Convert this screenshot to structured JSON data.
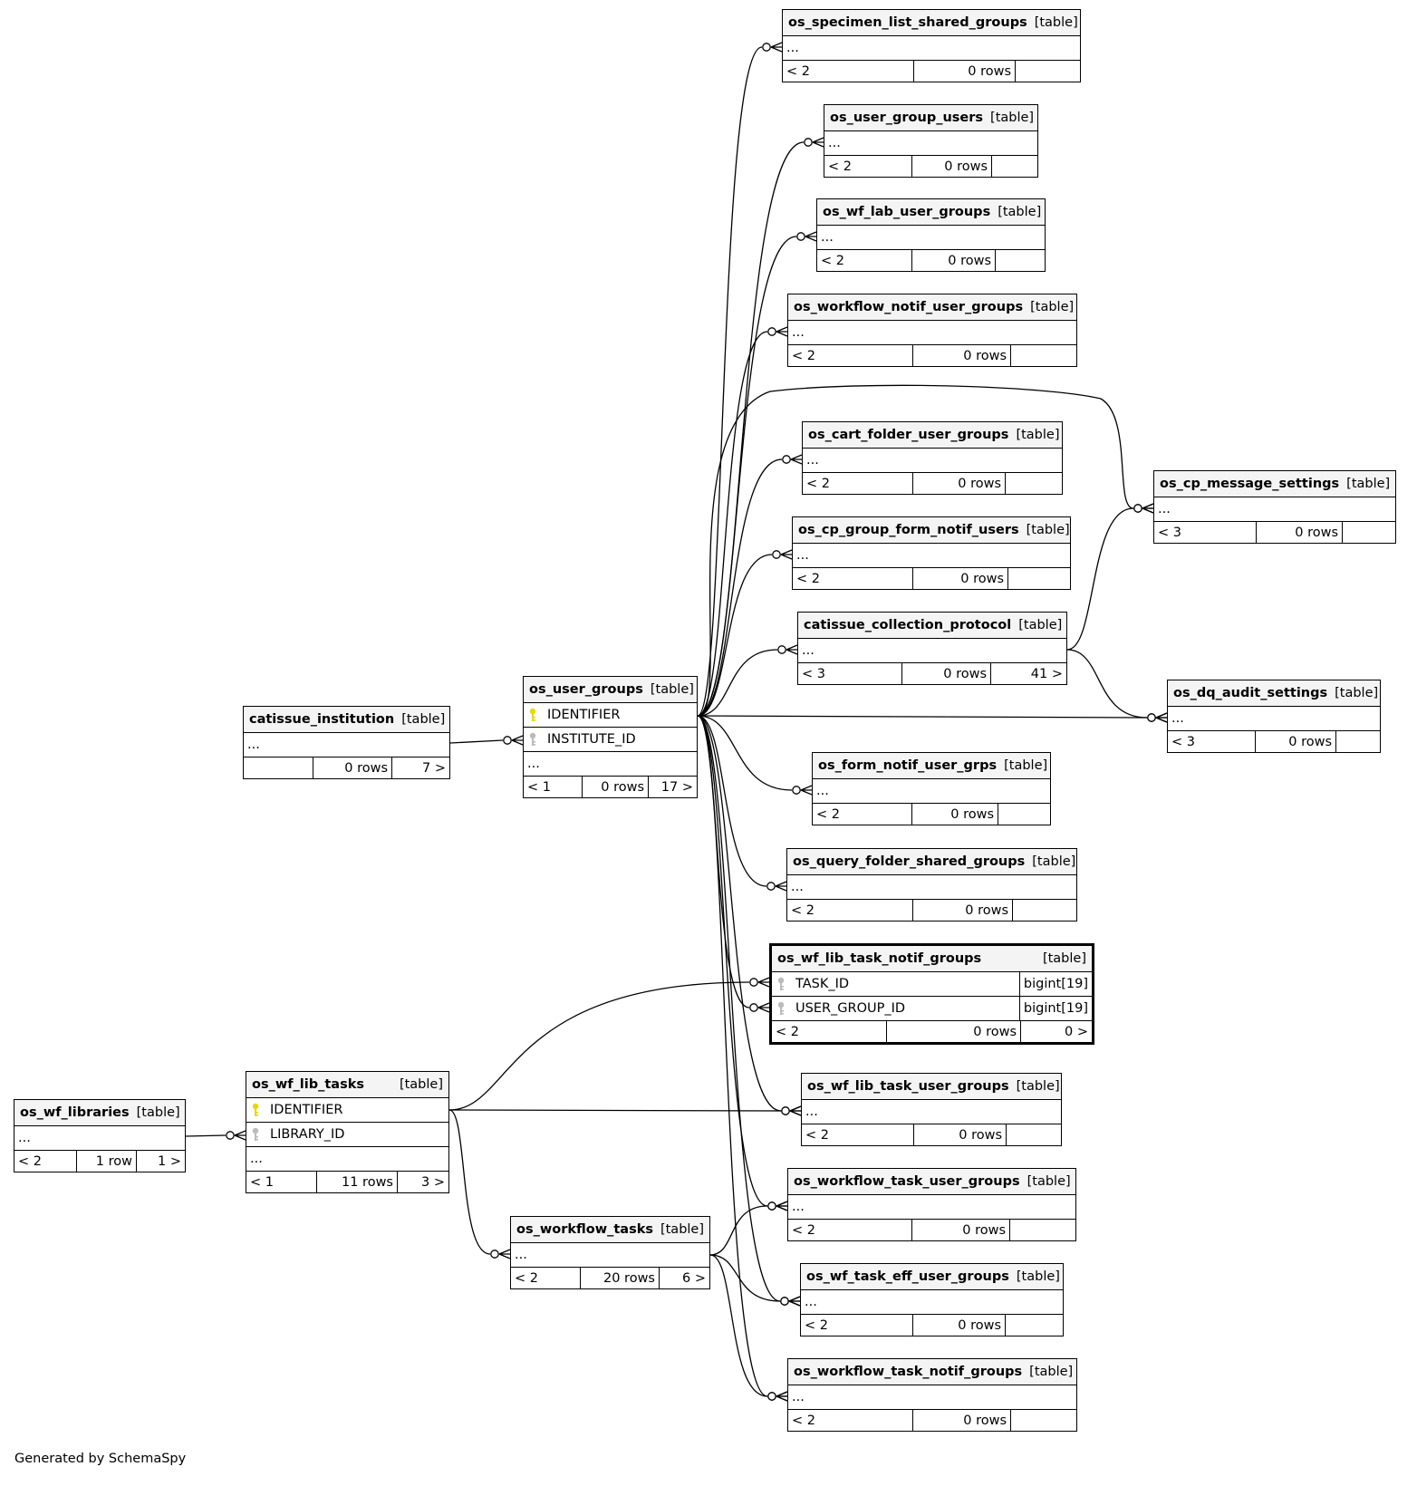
{
  "footer": {
    "generated_by": "Generated by SchemaSpy"
  },
  "colors": {
    "primary_key": "#e6d800",
    "foreign_key": "#bbbbbb",
    "header_bg": "#f4f4f4",
    "line": "#000000"
  },
  "tables": [
    {
      "id": "os_specimen_list_shared_groups",
      "name": "os_specimen_list_shared_groups",
      "type": "[table]",
      "columns": [],
      "ellipsis": "...",
      "footer": {
        "parents": "< 2",
        "rows": "0 rows",
        "children": ""
      }
    },
    {
      "id": "os_user_group_users",
      "name": "os_user_group_users",
      "type": "[table]",
      "columns": [],
      "ellipsis": "...",
      "footer": {
        "parents": "< 2",
        "rows": "0 rows",
        "children": ""
      }
    },
    {
      "id": "os_wf_lab_user_groups",
      "name": "os_wf_lab_user_groups",
      "type": "[table]",
      "columns": [],
      "ellipsis": "...",
      "footer": {
        "parents": "< 2",
        "rows": "0 rows",
        "children": ""
      }
    },
    {
      "id": "os_workflow_notif_user_groups",
      "name": "os_workflow_notif_user_groups",
      "type": "[table]",
      "columns": [],
      "ellipsis": "...",
      "footer": {
        "parents": "< 2",
        "rows": "0 rows",
        "children": ""
      }
    },
    {
      "id": "os_cart_folder_user_groups",
      "name": "os_cart_folder_user_groups",
      "type": "[table]",
      "columns": [],
      "ellipsis": "...",
      "footer": {
        "parents": "< 2",
        "rows": "0 rows",
        "children": ""
      }
    },
    {
      "id": "os_cp_message_settings",
      "name": "os_cp_message_settings",
      "type": "[table]",
      "columns": [],
      "ellipsis": "...",
      "footer": {
        "parents": "< 3",
        "rows": "0 rows",
        "children": ""
      }
    },
    {
      "id": "os_cp_group_form_notif_users",
      "name": "os_cp_group_form_notif_users",
      "type": "[table]",
      "columns": [],
      "ellipsis": "...",
      "footer": {
        "parents": "< 2",
        "rows": "0 rows",
        "children": ""
      }
    },
    {
      "id": "catissue_collection_protocol",
      "name": "catissue_collection_protocol",
      "type": "[table]",
      "columns": [],
      "ellipsis": "...",
      "footer": {
        "parents": "< 3",
        "rows": "0 rows",
        "children": "41 >"
      }
    },
    {
      "id": "os_user_groups",
      "name": "os_user_groups",
      "type": "[table]",
      "columns": [
        {
          "name": "IDENTIFIER",
          "key": "pk"
        },
        {
          "name": "INSTITUTE_ID",
          "key": "fk"
        }
      ],
      "ellipsis": "...",
      "footer": {
        "parents": "< 1",
        "rows": "0 rows",
        "children": "17 >"
      }
    },
    {
      "id": "catissue_institution",
      "name": "catissue_institution",
      "type": "[table]",
      "columns": [],
      "ellipsis": "...",
      "footer": {
        "parents": "",
        "rows": "0 rows",
        "children": "7 >"
      }
    },
    {
      "id": "os_dq_audit_settings",
      "name": "os_dq_audit_settings",
      "type": "[table]",
      "columns": [],
      "ellipsis": "...",
      "footer": {
        "parents": "< 3",
        "rows": "0 rows",
        "children": ""
      }
    },
    {
      "id": "os_form_notif_user_grps",
      "name": "os_form_notif_user_grps",
      "type": "[table]",
      "columns": [],
      "ellipsis": "...",
      "footer": {
        "parents": "< 2",
        "rows": "0 rows",
        "children": ""
      }
    },
    {
      "id": "os_query_folder_shared_groups",
      "name": "os_query_folder_shared_groups",
      "type": "[table]",
      "columns": [],
      "ellipsis": "...",
      "footer": {
        "parents": "< 2",
        "rows": "0 rows",
        "children": ""
      }
    },
    {
      "id": "os_wf_lib_task_notif_groups",
      "name": "os_wf_lib_task_notif_groups",
      "type": "[table]",
      "focus": true,
      "columns": [
        {
          "name": "TASK_ID",
          "key": "fk",
          "datatype": "bigint[19]"
        },
        {
          "name": "USER_GROUP_ID",
          "key": "fk",
          "datatype": "bigint[19]"
        }
      ],
      "ellipsis": "",
      "footer": {
        "parents": "< 2",
        "rows": "0 rows",
        "children": "0 >"
      }
    },
    {
      "id": "os_wf_lib_tasks",
      "name": "os_wf_lib_tasks",
      "type": "[table]",
      "columns": [
        {
          "name": "IDENTIFIER",
          "key": "pk"
        },
        {
          "name": "LIBRARY_ID",
          "key": "fk"
        }
      ],
      "ellipsis": "...",
      "footer": {
        "parents": "< 1",
        "rows": "11 rows",
        "children": "3 >"
      }
    },
    {
      "id": "os_wf_libraries",
      "name": "os_wf_libraries",
      "type": "[table]",
      "columns": [],
      "ellipsis": "...",
      "footer": {
        "parents": "< 2",
        "rows": "1 row",
        "children": "1 >"
      }
    },
    {
      "id": "os_wf_lib_task_user_groups",
      "name": "os_wf_lib_task_user_groups",
      "type": "[table]",
      "columns": [],
      "ellipsis": "...",
      "footer": {
        "parents": "< 2",
        "rows": "0 rows",
        "children": ""
      }
    },
    {
      "id": "os_workflow_task_user_groups",
      "name": "os_workflow_task_user_groups",
      "type": "[table]",
      "columns": [],
      "ellipsis": "...",
      "footer": {
        "parents": "< 2",
        "rows": "0 rows",
        "children": ""
      }
    },
    {
      "id": "os_workflow_tasks",
      "name": "os_workflow_tasks",
      "type": "[table]",
      "columns": [],
      "ellipsis": "...",
      "footer": {
        "parents": "< 2",
        "rows": "20 rows",
        "children": "6 >"
      }
    },
    {
      "id": "os_wf_task_eff_user_groups",
      "name": "os_wf_task_eff_user_groups",
      "type": "[table]",
      "columns": [],
      "ellipsis": "...",
      "footer": {
        "parents": "< 2",
        "rows": "0 rows",
        "children": ""
      }
    },
    {
      "id": "os_workflow_task_notif_groups",
      "name": "os_workflow_task_notif_groups",
      "type": "[table]",
      "columns": [],
      "ellipsis": "...",
      "footer": {
        "parents": "< 2",
        "rows": "0 rows",
        "children": ""
      }
    }
  ],
  "relationships": [
    {
      "from": "os_user_groups",
      "to": "os_specimen_list_shared_groups"
    },
    {
      "from": "os_user_groups",
      "to": "os_user_group_users"
    },
    {
      "from": "os_user_groups",
      "to": "os_wf_lab_user_groups"
    },
    {
      "from": "os_user_groups",
      "to": "os_workflow_notif_user_groups"
    },
    {
      "from": "os_user_groups",
      "to": "os_cart_folder_user_groups"
    },
    {
      "from": "os_user_groups",
      "to": "os_cp_group_form_notif_users"
    },
    {
      "from": "os_user_groups",
      "to": "catissue_collection_protocol"
    },
    {
      "from": "os_user_groups",
      "to": "os_cp_message_settings"
    },
    {
      "from": "os_user_groups",
      "to": "os_dq_audit_settings"
    },
    {
      "from": "os_user_groups",
      "to": "os_form_notif_user_grps"
    },
    {
      "from": "os_user_groups",
      "to": "os_query_folder_shared_groups"
    },
    {
      "from": "os_user_groups",
      "to": "os_wf_lib_task_notif_groups"
    },
    {
      "from": "os_user_groups",
      "to": "os_wf_lib_task_user_groups"
    },
    {
      "from": "os_user_groups",
      "to": "os_workflow_task_user_groups"
    },
    {
      "from": "os_user_groups",
      "to": "os_wf_task_eff_user_groups"
    },
    {
      "from": "os_user_groups",
      "to": "os_workflow_task_notif_groups"
    },
    {
      "from": "catissue_institution",
      "to": "os_user_groups"
    },
    {
      "from": "catissue_collection_protocol",
      "to": "os_cp_message_settings"
    },
    {
      "from": "catissue_collection_protocol",
      "to": "os_dq_audit_settings"
    },
    {
      "from": "os_wf_libraries",
      "to": "os_wf_lib_tasks"
    },
    {
      "from": "os_wf_lib_tasks",
      "to": "os_wf_lib_task_notif_groups"
    },
    {
      "from": "os_wf_lib_tasks",
      "to": "os_wf_lib_task_user_groups"
    },
    {
      "from": "os_wf_lib_tasks",
      "to": "os_workflow_tasks"
    },
    {
      "from": "os_workflow_tasks",
      "to": "os_workflow_task_user_groups"
    },
    {
      "from": "os_workflow_tasks",
      "to": "os_wf_task_eff_user_groups"
    },
    {
      "from": "os_workflow_tasks",
      "to": "os_workflow_task_notif_groups"
    }
  ]
}
